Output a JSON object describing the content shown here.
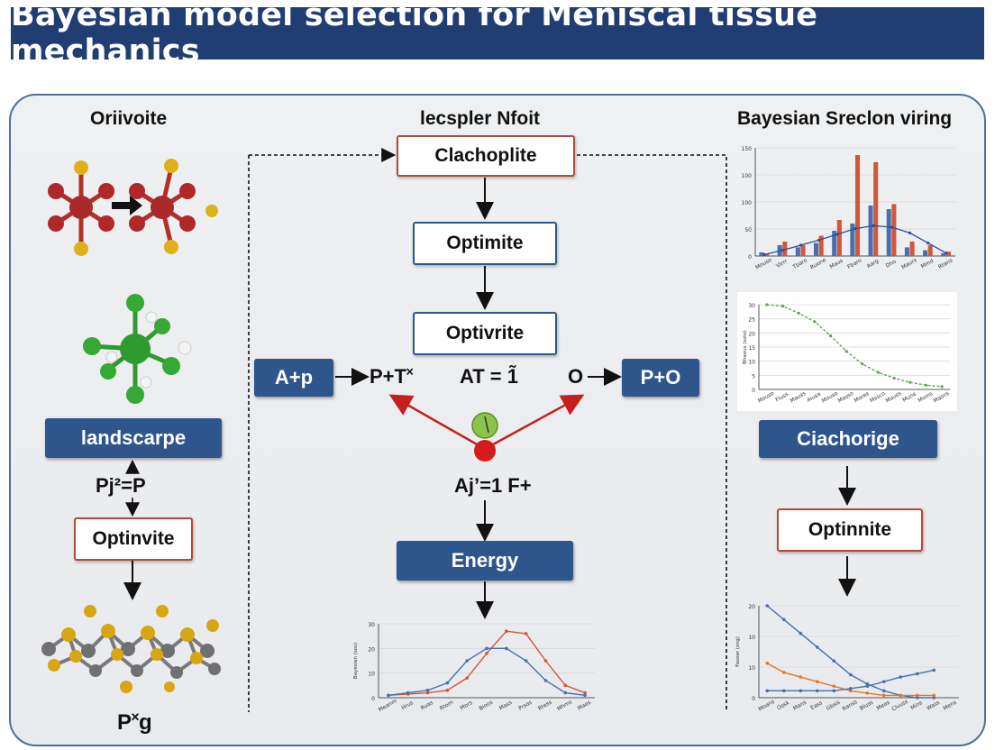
{
  "title": "Bayesian model selection for Meniscal tissue mechanics",
  "left": {
    "header": "Oriivoite",
    "landscape_label": "landscarpe",
    "formula": "Pj²=P",
    "optinvite_label": "Optinvite",
    "bottom_formula": "P˟g"
  },
  "center": {
    "header": "lecspler Nfoit",
    "box_top": "Clachoplite",
    "box_optimite": "Optimite",
    "box_optivrite": "Optivrite",
    "left_box": "A+p",
    "formula_left": "P+T˟",
    "formula_mid": "AT = 1̃",
    "formula_o": "O",
    "right_box": "P+O",
    "formula_bottom": "Aj’=1 F+",
    "energy_label": "Energy"
  },
  "right": {
    "header": "Bayesian Sreclon viring",
    "ciachorige_label": "Ciachorige",
    "optinnite_label": "Optinnite"
  },
  "colors": {
    "title_bg": "#203e72",
    "box_blue": "#2f568c",
    "series_red": "#d0573a",
    "series_blue": "#4a6fb0",
    "series_green": "#5aa84a",
    "series_orange": "#e0782a"
  },
  "chart_data": [
    {
      "type": "bar",
      "categories": [
        "Mouso",
        "Vlrrr",
        "Tbaro",
        "Ruone",
        "Maus",
        "Fbaro",
        "Aarg",
        "Dho",
        "Maurs",
        "Mmd",
        "Rtans"
      ],
      "series": [
        {
          "values": [
            5,
            15,
            12,
            18,
            35,
            45,
            70,
            65,
            12,
            8,
            4
          ]
        },
        {
          "values": [
            3,
            20,
            15,
            28,
            50,
            140,
            130,
            72,
            20,
            15,
            6
          ]
        }
      ],
      "line": {
        "values": [
          2,
          8,
          15,
          22,
          30,
          38,
          42,
          40,
          32,
          18,
          4
        ]
      },
      "ylim": [
        0,
        150
      ],
      "yticks": [
        0,
        50,
        100,
        150
      ],
      "yticklabels": [
        "0",
        "50",
        "100",
        "100",
        "150"
      ]
    },
    {
      "type": "line",
      "x": [
        "Mouso",
        "Fluss",
        "Mauss",
        "Aiusa",
        "Mouso",
        "Masso",
        "Mores",
        "Mssco",
        "Mauss",
        "Muns",
        "Moins",
        "Masns"
      ],
      "series": [
        {
          "values": [
            30,
            29.5,
            27,
            24,
            19,
            13.5,
            9,
            6,
            4,
            2.5,
            1.5,
            1
          ]
        }
      ],
      "ylim": [
        0,
        30
      ],
      "yticks": [
        "0",
        "5",
        "10",
        "15",
        "20",
        "25",
        "30"
      ],
      "ylabel": "Bhaeus (ssto)"
    },
    {
      "type": "line",
      "x": [
        "Meanm",
        "Hrus",
        "Ruas",
        "Rtom",
        "Mors",
        "Bioos",
        "Mass",
        "Prsas",
        "Rtess",
        "Mhms",
        "Maes"
      ],
      "series": [
        {
          "values": [
            1,
            1.5,
            2,
            3,
            8,
            18,
            27,
            26,
            15,
            5,
            2
          ]
        },
        {
          "values": [
            1,
            2,
            3,
            6,
            15,
            20,
            20,
            15,
            7,
            2,
            1
          ]
        }
      ],
      "ylim": [
        0,
        30
      ],
      "yticks": [
        "0",
        "10",
        "20",
        "30"
      ],
      "ylabel": "Bayesian (sos)"
    },
    {
      "type": "line",
      "x": [
        "Moans",
        "Ossk",
        "Mans",
        "Eass",
        "Gbsis",
        "Ranss",
        "Bluss",
        "Meas",
        "Clvuss",
        "Mins",
        "Wass",
        "Mens"
      ],
      "series": [
        {
          "values": [
            20,
            17,
            14,
            11,
            8,
            5,
            3,
            1.5,
            0.5,
            0,
            0
          ]
        },
        {
          "values": [
            7.5,
            5.5,
            4.5,
            3.5,
            2.5,
            1.5,
            1,
            0.5,
            0.5,
            0.5,
            0.5
          ]
        },
        {
          "values": [
            1.5,
            1.5,
            1.5,
            1.5,
            1.5,
            2,
            2.5,
            3.5,
            4.5,
            5.2,
            6
          ]
        }
      ],
      "ylim": [
        0,
        20
      ],
      "yticks": [
        "0",
        "10",
        "10",
        "20"
      ],
      "ylabel": "Fasear (sng)"
    }
  ]
}
